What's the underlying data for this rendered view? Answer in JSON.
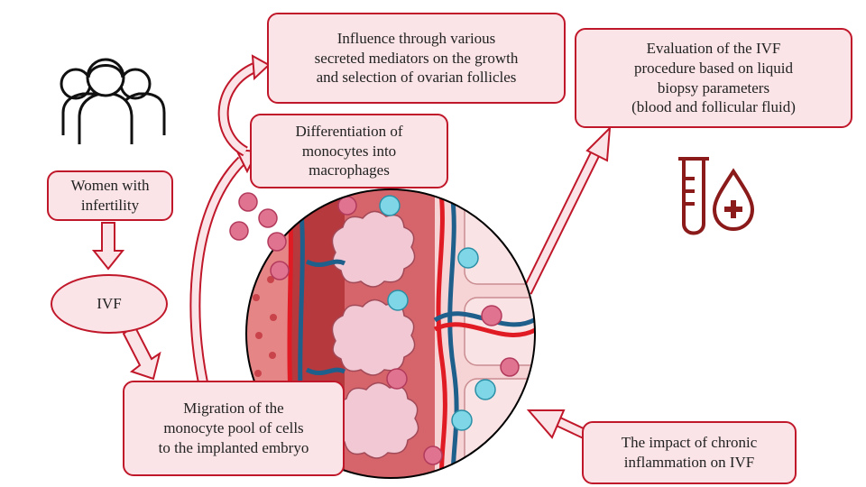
{
  "nodes": {
    "women": "Women with\ninfertility",
    "ivf": "IVF",
    "migration": "Migration of the\nmonocyte pool of cells\nto the implanted embryo",
    "differentiation": "Differentiation of\nmonocytes into\nmacrophages",
    "mediators": "Influence through various\nsecreted mediators on the growth\nand selection of ovarian follicles",
    "evaluation": "Evaluation of the IVF\nprocedure based on liquid\nbiopsy parameters\n(blood and follicular fluid)",
    "chronic": "The impact of chronic\ninflammation on IVF"
  },
  "colors": {
    "accent": "#c0182a",
    "box_fill": "#fbe4e7",
    "icon_dark": "#8b1a1a"
  },
  "icons": [
    "women-group-icon",
    "test-tube-icon",
    "blood-drop-icon"
  ]
}
